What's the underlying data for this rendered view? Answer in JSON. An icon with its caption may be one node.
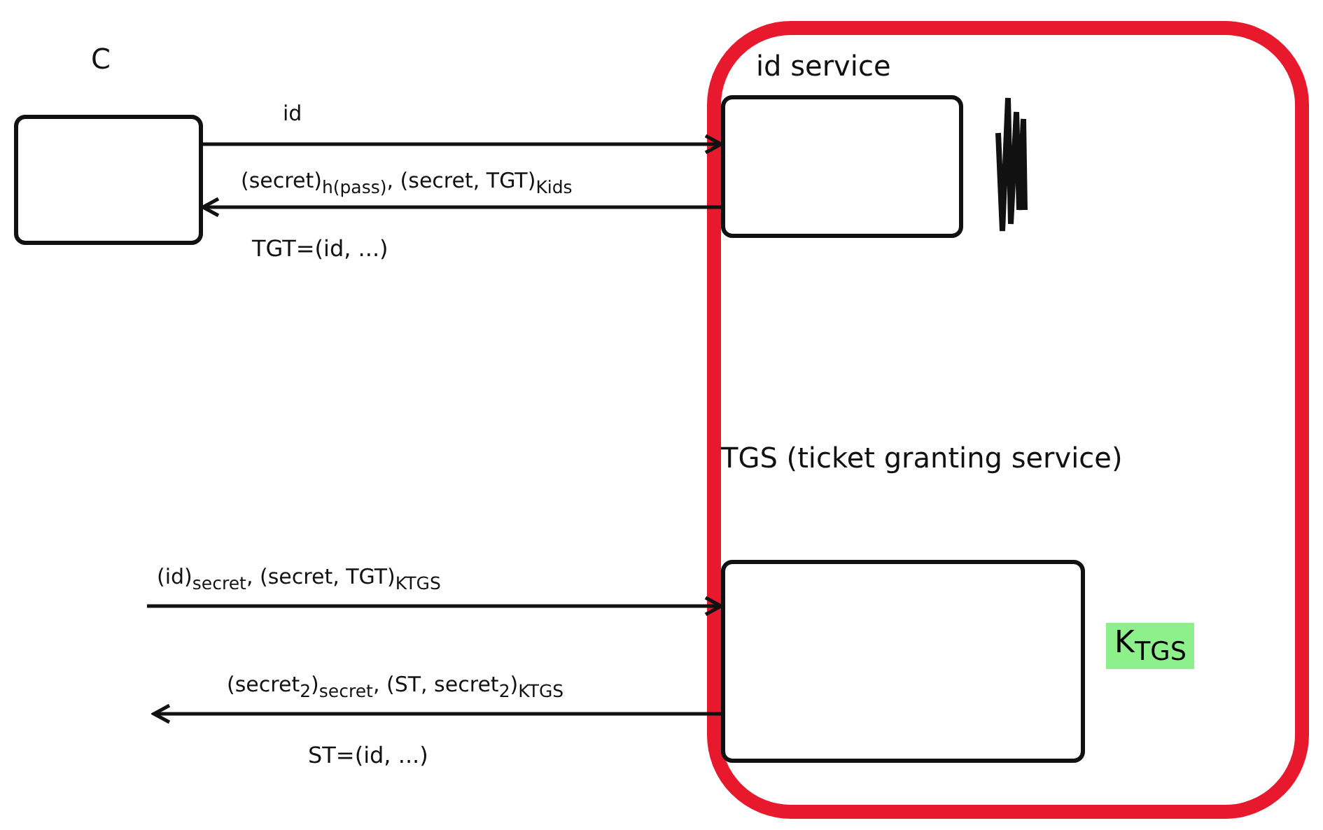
{
  "diagram": {
    "nodes": [
      {
        "text": [
          "C"
        ]
      },
      {
        "text": [],
        "shape": "box"
      },
      {
        "text": [
          "id service"
        ],
        "in": 1
      },
      {
        "text": [
          "TGS (ticket granting service)"
        ],
        "in": 1,
        "beside": [
          "K$_{TGS}$"
        ]
      }
    ],
    "edges": [
      {
        "from": 0,
        "to": 2,
        "arrow": "to",
        "label": "id"
      },
      {
        "from": 2,
        "to": 0,
        "arrow": "to",
        "label": "(secret)$_{h(pass)}$, (secret, TGT)$_{Kids}$"
      },
      {
        "from": null,
        "to": 3,
        "arrow": "to",
        "label": "(id)$_{secret}$, (secret, TGT)$_{KTGS}$"
      },
      {
        "from": 3,
        "to": null,
        "arrow": "to",
        "label": "(secret$_{2}$)$_{secret}$, (ST, secret$_{2}$)$_{KTGS}$"
      }
    ],
    "labels": [
      "TGT=(id, ...)",
      "ST=(id, ...)"
    ]
  }
}
